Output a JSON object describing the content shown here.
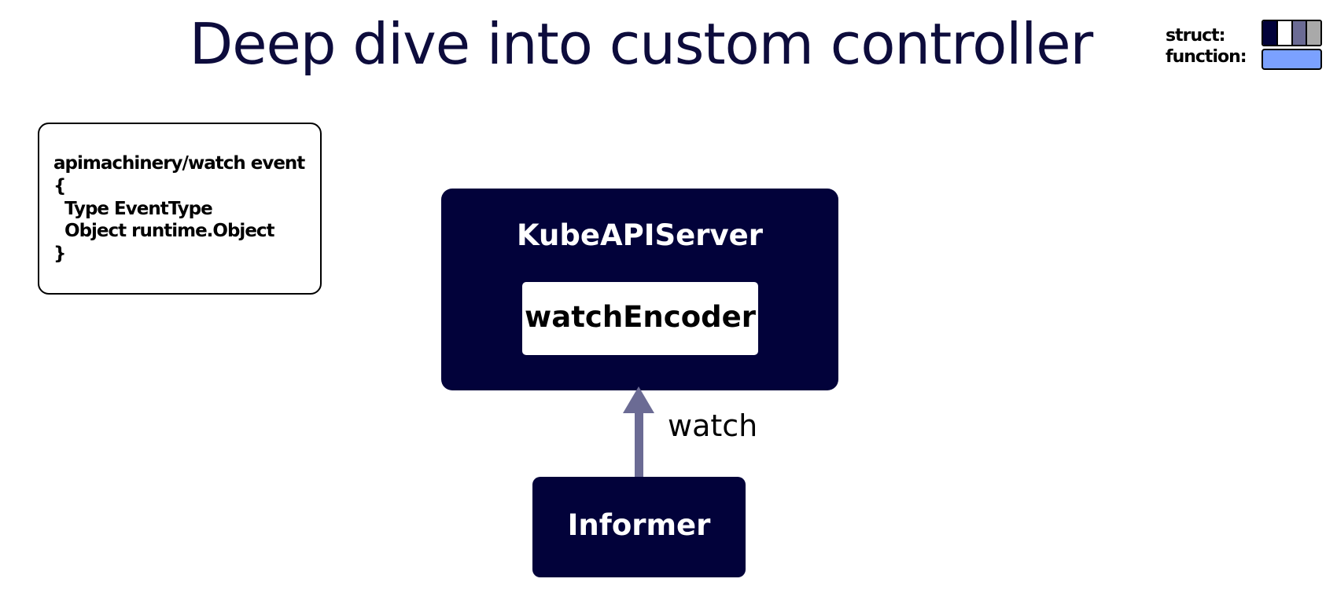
{
  "title": "Deep dive into custom controller",
  "legend": {
    "struct_label": "struct:",
    "function_label": "function:",
    "struct_colors": [
      "#02023a",
      "#ffffff",
      "#6b6b94",
      "#a9a9a9"
    ],
    "function_color": "#7ba1ff"
  },
  "code_box": {
    "lines": [
      "apimachinery/watch event",
      "{",
      "  Type EventType",
      "  Object runtime.Object",
      "}"
    ]
  },
  "nodes": {
    "kube_api_server": "KubeAPIServer",
    "watch_encoder": "watchEncoder",
    "informer": "Informer"
  },
  "edges": {
    "watch_label": "watch"
  },
  "colors": {
    "struct_dark": "#02023a",
    "arrow": "#6b6b94",
    "title": "#0d0c3c"
  }
}
